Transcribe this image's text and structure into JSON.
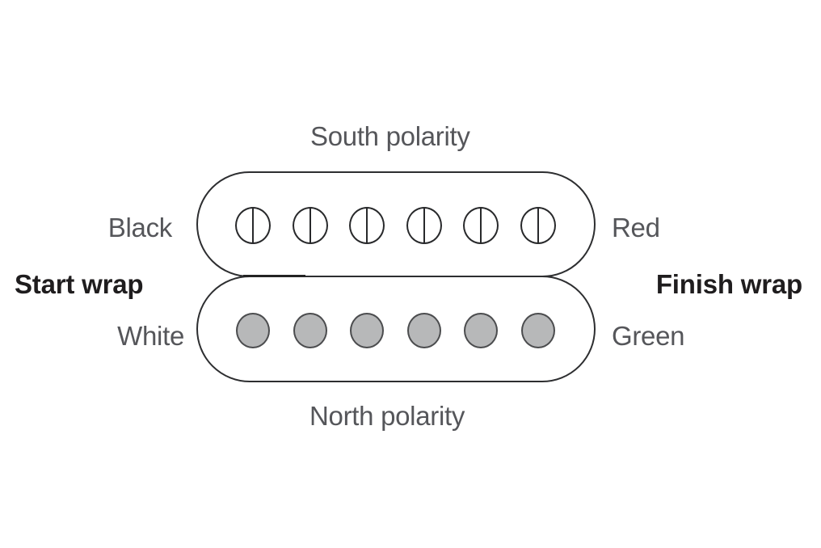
{
  "labels": {
    "south_polarity": "South polarity",
    "north_polarity": "North polarity",
    "start_wrap": "Start wrap",
    "finish_wrap": "Finish wrap"
  },
  "coils": {
    "south": {
      "polarity": "South polarity",
      "start_lead": "Black",
      "finish_lead": "Red",
      "pole_type": "screw",
      "pole_count": 6
    },
    "north": {
      "polarity": "North polarity",
      "start_lead": "White",
      "finish_lead": "Green",
      "pole_type": "slug",
      "pole_count": 6
    }
  },
  "colors": {
    "background": "#ffffff",
    "outline": "#2d2e30",
    "screw_stroke": "#28292b",
    "slug_fill": "#b7b8b9",
    "slug_stroke": "#4b4c4e",
    "label_text": "#55565a",
    "bold_text": "#1f1d1e"
  }
}
